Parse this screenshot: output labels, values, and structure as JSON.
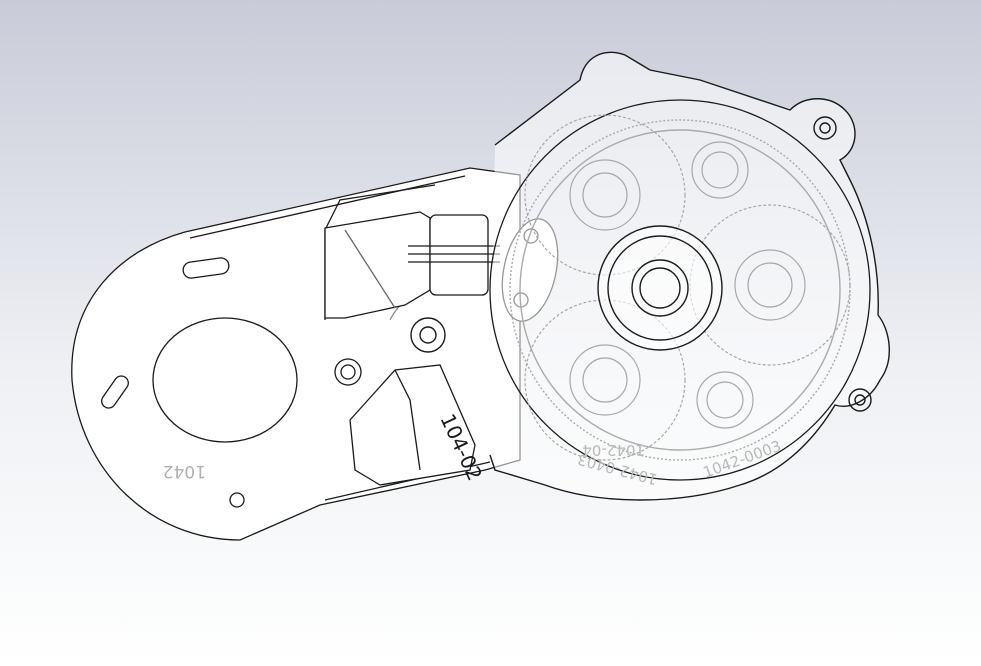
{
  "viewport": {
    "background_top": "#c9ccd8",
    "background_bottom": "#ffffff",
    "line_color": "#1a1a1a",
    "ghost_color": "#a8a8a8"
  },
  "labels": {
    "housing_mark": "104-02",
    "plate_mark": "1042",
    "gear_mark_1": "1042-04",
    "gear_mark_2": "1042-0403",
    "gear_mark_3": "1042-0003"
  }
}
